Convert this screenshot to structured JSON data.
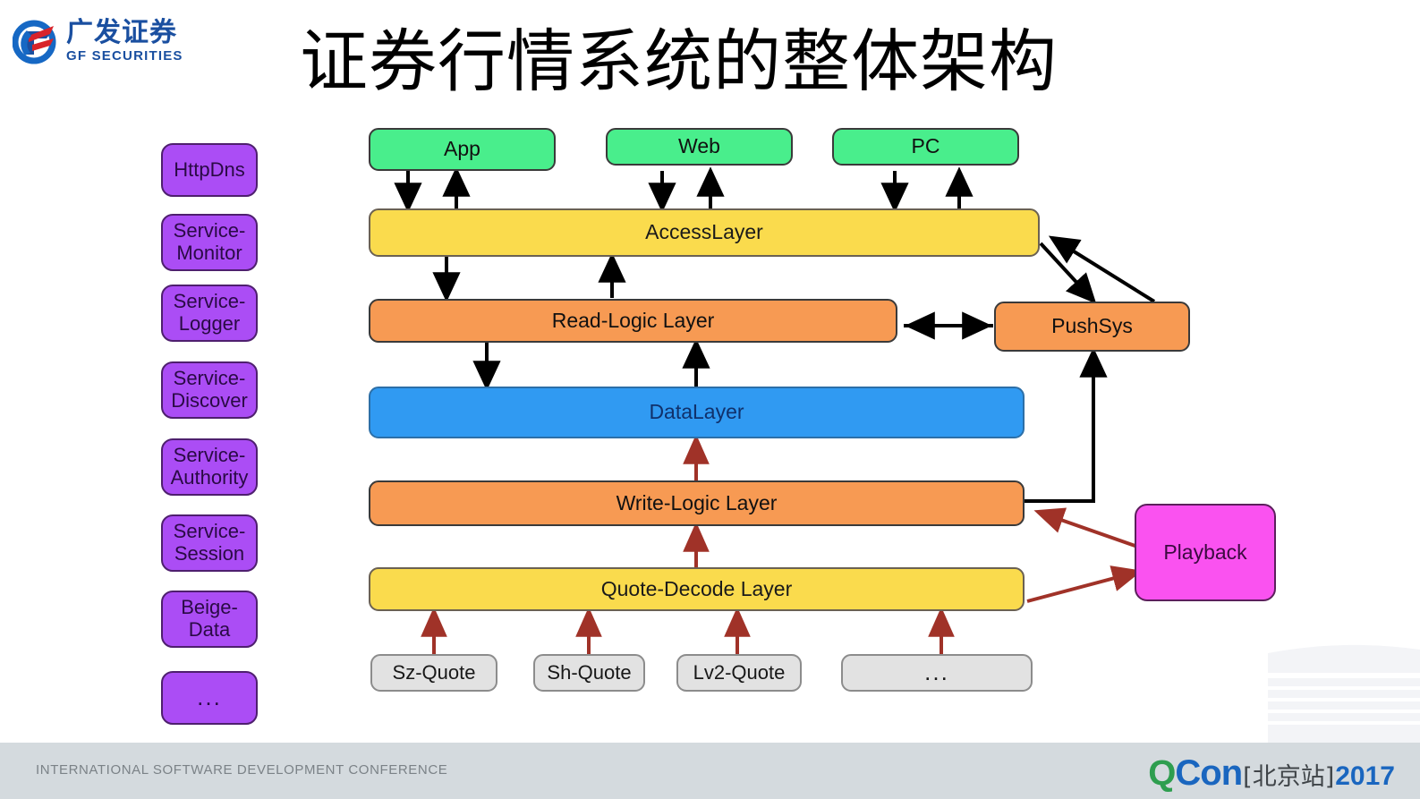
{
  "brand": {
    "emblem_icon": "gf-securities-emblem-icon",
    "name_cn": "广发证券",
    "name_en": "GF SECURITIES",
    "color_blue": "#1a4fa0",
    "color_red": "#d8232a"
  },
  "title": "证券行情系统的整体架构",
  "diagram": {
    "colors": {
      "client_green": "#49ee8c",
      "layer_yellow": "#fadb4d",
      "layer_orange": "#f79a53",
      "layer_blue": "#309af2",
      "service_purple": "#ab4df5",
      "playback_magenta": "#fa52f0",
      "source_gray": "#e2e2e2",
      "arrow_black": "#000000",
      "arrow_red": "#a03228"
    },
    "services": [
      {
        "label": "HttpDns"
      },
      {
        "label": "Service-\nMonitor"
      },
      {
        "label": "Service-\nLogger"
      },
      {
        "label": "Service-\nDiscover"
      },
      {
        "label": "Service-\nAuthority"
      },
      {
        "label": "Service-\nSession"
      },
      {
        "label": "Beige-\nData"
      },
      {
        "label": "..."
      }
    ],
    "clients": [
      {
        "label": "App"
      },
      {
        "label": "Web"
      },
      {
        "label": "PC"
      }
    ],
    "layers": [
      {
        "label": "AccessLayer"
      },
      {
        "label": "Read-Logic Layer"
      },
      {
        "label": "DataLayer"
      },
      {
        "label": "Write-Logic Layer"
      },
      {
        "label": "Quote-Decode Layer"
      }
    ],
    "push_sys": {
      "label": "PushSys"
    },
    "playback": {
      "label": "Playback"
    },
    "sources": [
      {
        "label": "Sz-Quote"
      },
      {
        "label": "Sh-Quote"
      },
      {
        "label": "Lv2-Quote"
      },
      {
        "label": "..."
      }
    ]
  },
  "footer": {
    "tagline": "INTERNATIONAL SOFTWARE DEVELOPMENT CONFERENCE",
    "qcon_q": "Q",
    "qcon_con": "Con",
    "qcon_city": "[北京站]",
    "qcon_year": "2017"
  }
}
